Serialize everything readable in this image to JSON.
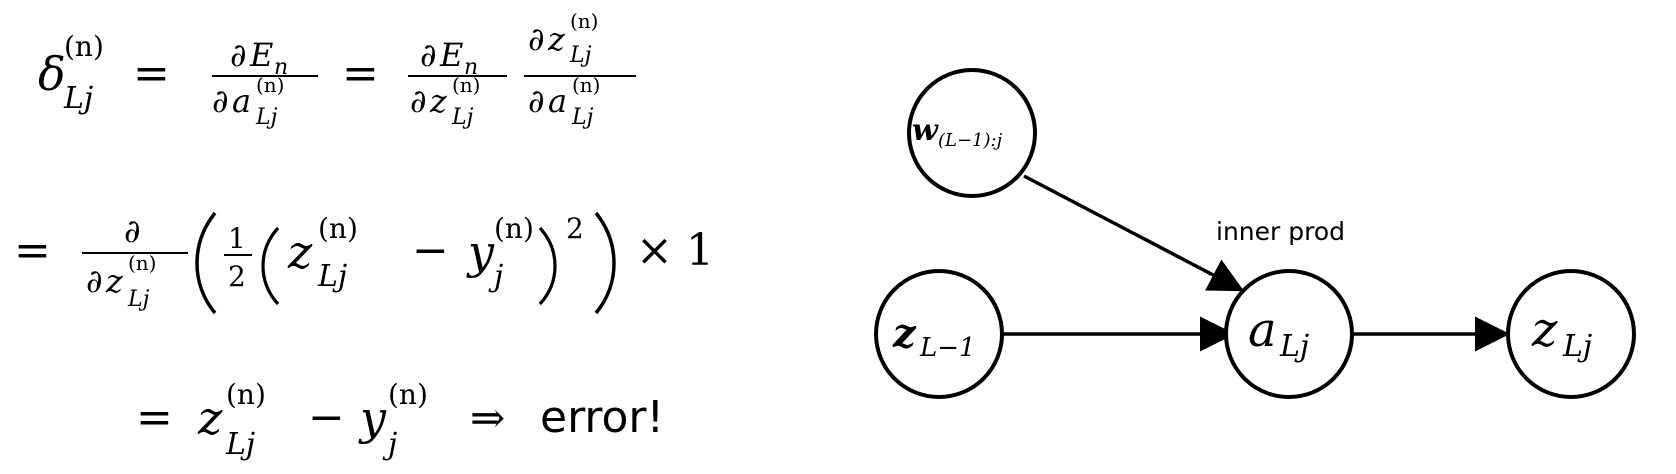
{
  "equations": {
    "line1": {
      "delta": "δ",
      "sup_n": "(n)",
      "sub_Lj": "Lj",
      "eq": "=",
      "partial": "∂",
      "E": "E",
      "n": "n",
      "a": "a",
      "z": "z"
    },
    "line2": {
      "eq": "=",
      "partial": "∂",
      "z": "z",
      "sup_n": "(n)",
      "sub_Lj": "Lj",
      "half_num": "1",
      "half_den": "2",
      "minus": "−",
      "y": "y",
      "sub_j": "j",
      "square": "2",
      "times": "×",
      "one": "1"
    },
    "line3": {
      "eq": "=",
      "z": "z",
      "sup_n": "(n)",
      "sub_Lj": "Lj",
      "minus": "−",
      "y": "y",
      "sub_j": "j",
      "implies": "⇒",
      "error": "error!"
    }
  },
  "diagram": {
    "nodes": {
      "w": {
        "main": "w",
        "sub": "(L−1):j"
      },
      "z_prev": {
        "main": "z",
        "sub": "L−1"
      },
      "a": {
        "main": "a",
        "sub": "Lj"
      },
      "z_out": {
        "main": "z",
        "sub": "Lj"
      }
    },
    "edge_label": "inner prod"
  }
}
